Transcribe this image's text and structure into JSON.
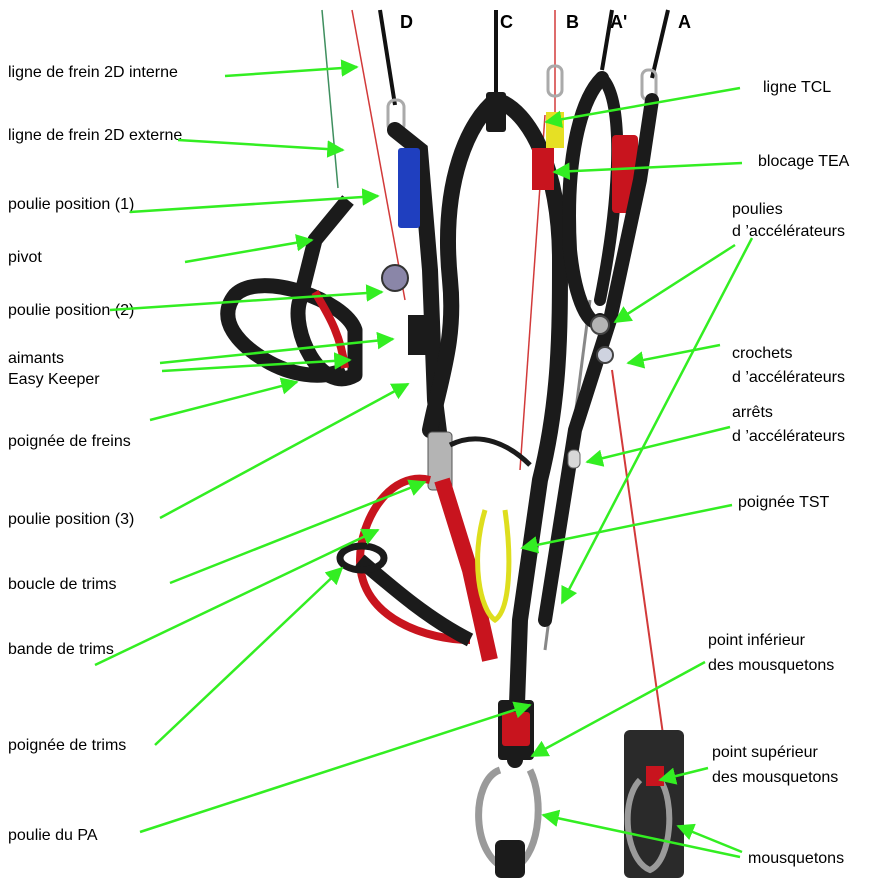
{
  "riser_letters": [
    "D",
    "C",
    "B",
    "A'",
    "A"
  ],
  "labels": {
    "brake_line_inner": "ligne de frein 2D interne",
    "brake_line_outer": "ligne de frein 2D externe",
    "pulley_position_1": "poulie position (1)",
    "pivot": "pivot",
    "pulley_position_2": "poulie position (2)",
    "magnets_line1": "aimants",
    "magnets_line2": "Easy Keeper",
    "brake_handle": "poignée de freins",
    "pulley_position_3": "poulie position (3)",
    "trim_loop": "boucle de trims",
    "trim_strap": "bande de trims",
    "trim_handle": "poignée de trims",
    "pa_pulley": "poulie du PA",
    "tcl_line": "ligne TCL",
    "tea_lock": "blocage TEA",
    "accel_pulleys_line1": "poulies",
    "accel_pulleys_line2": "d ’accélérateurs",
    "accel_hooks_line1": "crochets",
    "accel_hooks_line2": "d ’accélérateurs",
    "accel_stops_line1": "arrêts",
    "accel_stops_line2": "d ’accélérateurs",
    "tst_handle": "poignée TST",
    "carabiner_lower_line1": "point inférieur",
    "carabiner_lower_line2": "des mousquetons",
    "carabiner_upper_line1": "point supérieur",
    "carabiner_upper_line2": "des mousquetons",
    "carabiners": "mousquetons"
  },
  "colors": {
    "pointer": "#33ee22",
    "webbing_black": "#1b1b1b",
    "webbing_red": "#c8141e",
    "riser_blue": "#1f3fbf",
    "metal": "#b4b4b4",
    "line_red": "#d23a3a",
    "line_green": "#3f8f5f",
    "line_grey": "#888888",
    "text": "#000000"
  }
}
